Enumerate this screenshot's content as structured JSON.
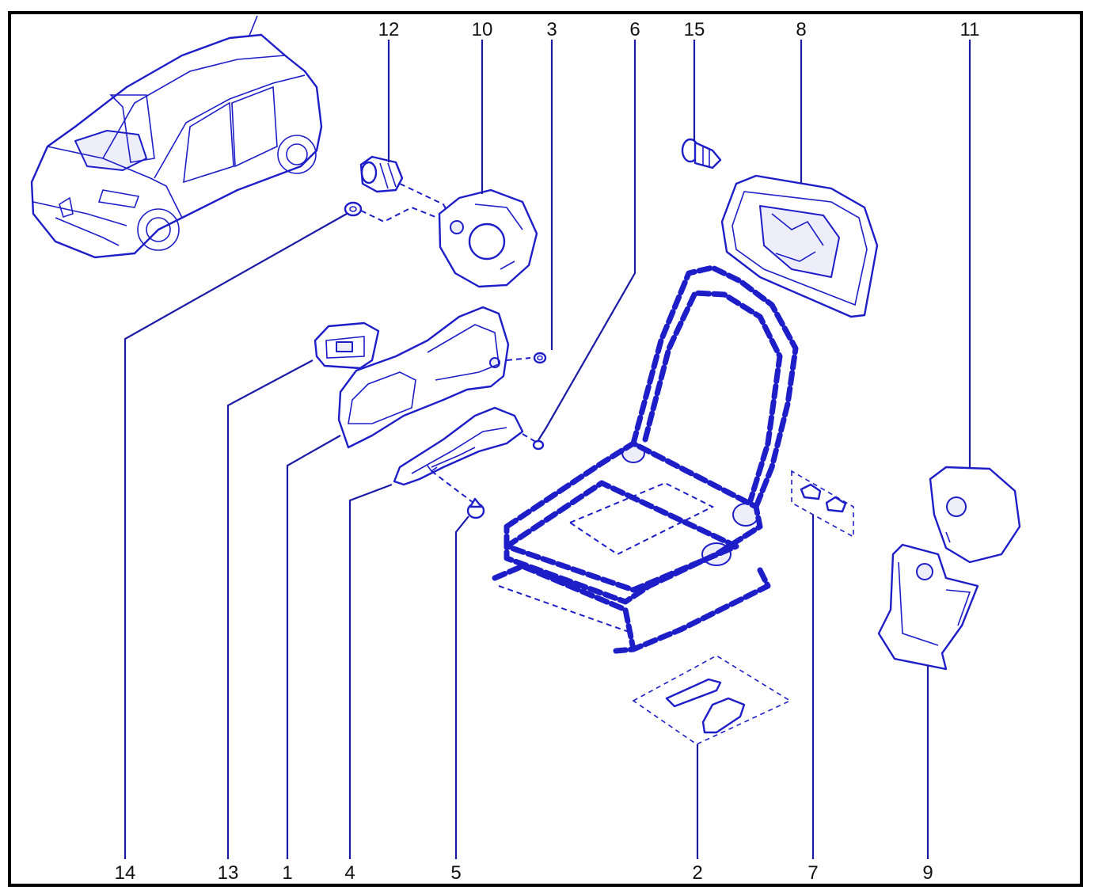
{
  "callouts": [
    {
      "id": "c12",
      "label": "12"
    },
    {
      "id": "c10",
      "label": "10"
    },
    {
      "id": "c3",
      "label": "3"
    },
    {
      "id": "c6",
      "label": "6"
    },
    {
      "id": "c15",
      "label": "15"
    },
    {
      "id": "c8",
      "label": "8"
    },
    {
      "id": "c11",
      "label": "11"
    },
    {
      "id": "c14",
      "label": "14"
    },
    {
      "id": "c13",
      "label": "13"
    },
    {
      "id": "c1",
      "label": "1"
    },
    {
      "id": "c4",
      "label": "4"
    },
    {
      "id": "c5",
      "label": "5"
    },
    {
      "id": "c2",
      "label": "2"
    },
    {
      "id": "c7",
      "label": "7"
    },
    {
      "id": "c9",
      "label": "9"
    }
  ],
  "colors": {
    "line_art": "#1e1ec8",
    "leader": "#1a1aa6",
    "text": "#111111",
    "frame": "#000000"
  }
}
